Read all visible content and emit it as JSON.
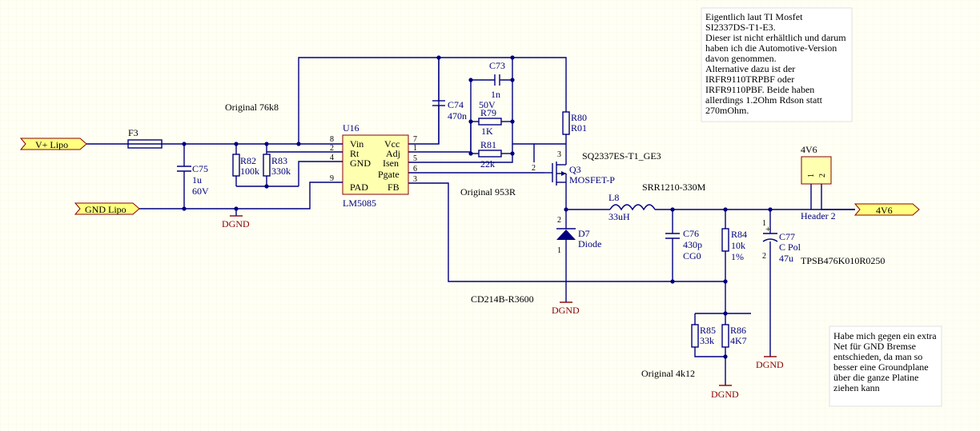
{
  "ports": {
    "vplus": "V+ Lipo",
    "gnd_lipo": "GND Lipo",
    "out_4v6": "4V6"
  },
  "u16": {
    "designator": "U16",
    "part": "LM5085",
    "pins_left": [
      {
        "num": "8",
        "name": "Vin"
      },
      {
        "num": "2",
        "name": "Rt"
      },
      {
        "num": "4",
        "name": "GND"
      },
      {
        "num": "9",
        "name": "PAD"
      }
    ],
    "pins_right": [
      {
        "num": "7",
        "name": "Vcc"
      },
      {
        "num": "1",
        "name": "Adj"
      },
      {
        "num": "5",
        "name": "Isen"
      },
      {
        "num": "6",
        "name": "Pgate"
      },
      {
        "num": "3",
        "name": "FB"
      }
    ]
  },
  "components": {
    "f3": "F3",
    "c75": {
      "ref": "C75",
      "value": "1u",
      "voltage": "60V"
    },
    "r82": {
      "ref": "R82",
      "value": "100k"
    },
    "r83": {
      "ref": "R83",
      "value": "330k"
    },
    "c74": {
      "ref": "C74",
      "value": "470n"
    },
    "c73": {
      "ref": "C73",
      "value": "1n",
      "voltage": "50V"
    },
    "r79": {
      "ref": "R79",
      "value": "1K"
    },
    "r81": {
      "ref": "R81",
      "value": "22k"
    },
    "r80": {
      "ref": "R80",
      "value": "R01"
    },
    "q3": {
      "ref": "Q3",
      "type": "MOSFET-P",
      "part": "SQ2337ES-T1_GE3",
      "gate_pin": "2",
      "pin3": "3"
    },
    "l8": {
      "ref": "L8",
      "value": "33uH",
      "part": "SRR1210-330M"
    },
    "d7": {
      "ref": "D7",
      "type": "Diode",
      "part": "CD214B-R3600",
      "pin2": "2",
      "pin1": "1"
    },
    "c76": {
      "ref": "C76",
      "value": "430p",
      "dielectric": "CG0"
    },
    "r84": {
      "ref": "R84",
      "value": "10k",
      "tolerance": "1%"
    },
    "c77": {
      "ref": "C77",
      "type": "C Pol",
      "value": "47u",
      "part": "TPSB476K010R0250",
      "pin1": "1",
      "pin2": "2"
    },
    "r85": {
      "ref": "R85",
      "value": "33k"
    },
    "r86": {
      "ref": "R86",
      "value": "4K7"
    },
    "header": {
      "label": "4V6",
      "ref": "Header 2",
      "pin1": "1",
      "pin2": "2"
    }
  },
  "ground_labels": {
    "dgnd": "DGND"
  },
  "annotations": {
    "orig_76k8": "Original 76k8",
    "orig_953r": "Original 953R",
    "orig_4k12": "Original 4k12"
  },
  "notes": {
    "mosfet": [
      "Eigentlich laut TI Mosfet",
      "SI2337DS-T1-E3.",
      "Dieser ist nicht erhältlich und darum",
      "haben ich die Automotive-Version",
      "davon genommen.",
      "Alternative dazu ist der",
      "IRFR9110TRPBF oder",
      "IRFR9110PBF. Beide haben",
      "allerdings 1.2Ohm Rdson statt",
      "270mOhm."
    ],
    "ground": [
      "Habe mich gegen ein extra",
      "Net für GND Bremse",
      "entschieden, da man so",
      "besser eine Groundplane",
      "über die ganze Platine",
      "ziehen kann"
    ]
  }
}
